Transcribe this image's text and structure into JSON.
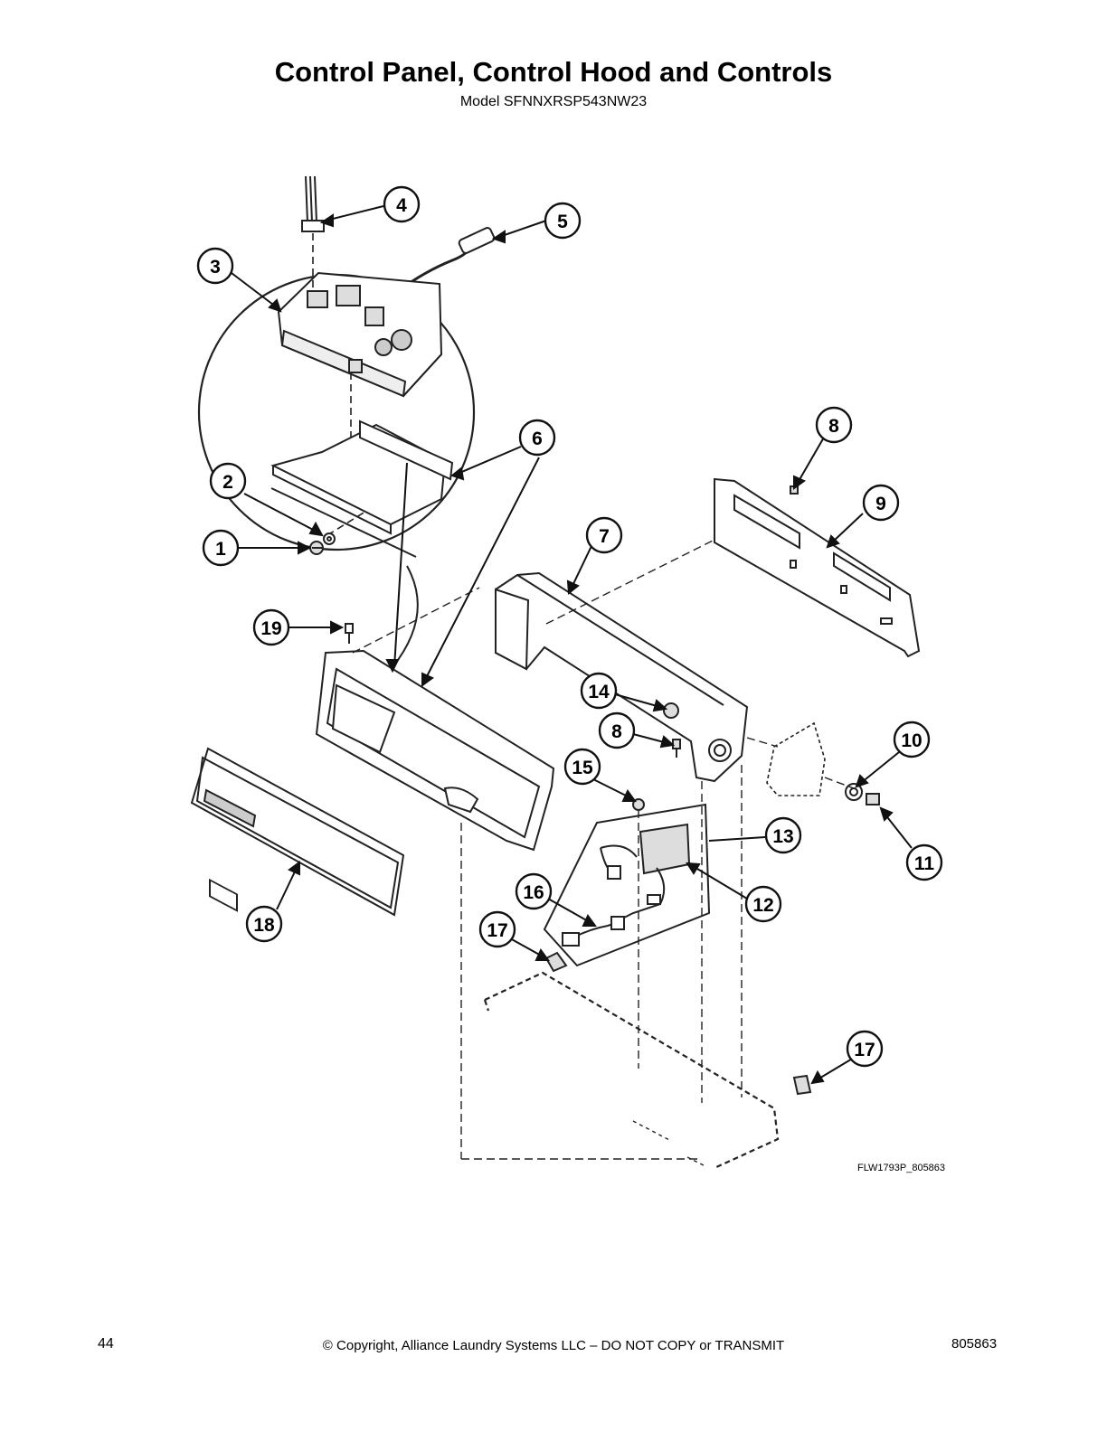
{
  "page": {
    "title": "Control Panel, Control Hood and Controls",
    "subtitle": "Model SFNNXRSP543NW23",
    "figure_id": "FLW1793P_805863",
    "page_number": "44",
    "copyright": "© Copyright, Alliance Laundry Systems LLC – DO NOT COPY or TRANSMIT",
    "doc_number": "805863"
  },
  "callouts": [
    "1",
    "2",
    "3",
    "4",
    "5",
    "6",
    "7",
    "8",
    "8",
    "9",
    "10",
    "11",
    "12",
    "13",
    "14",
    "15",
    "16",
    "17",
    "17",
    "18",
    "19"
  ]
}
